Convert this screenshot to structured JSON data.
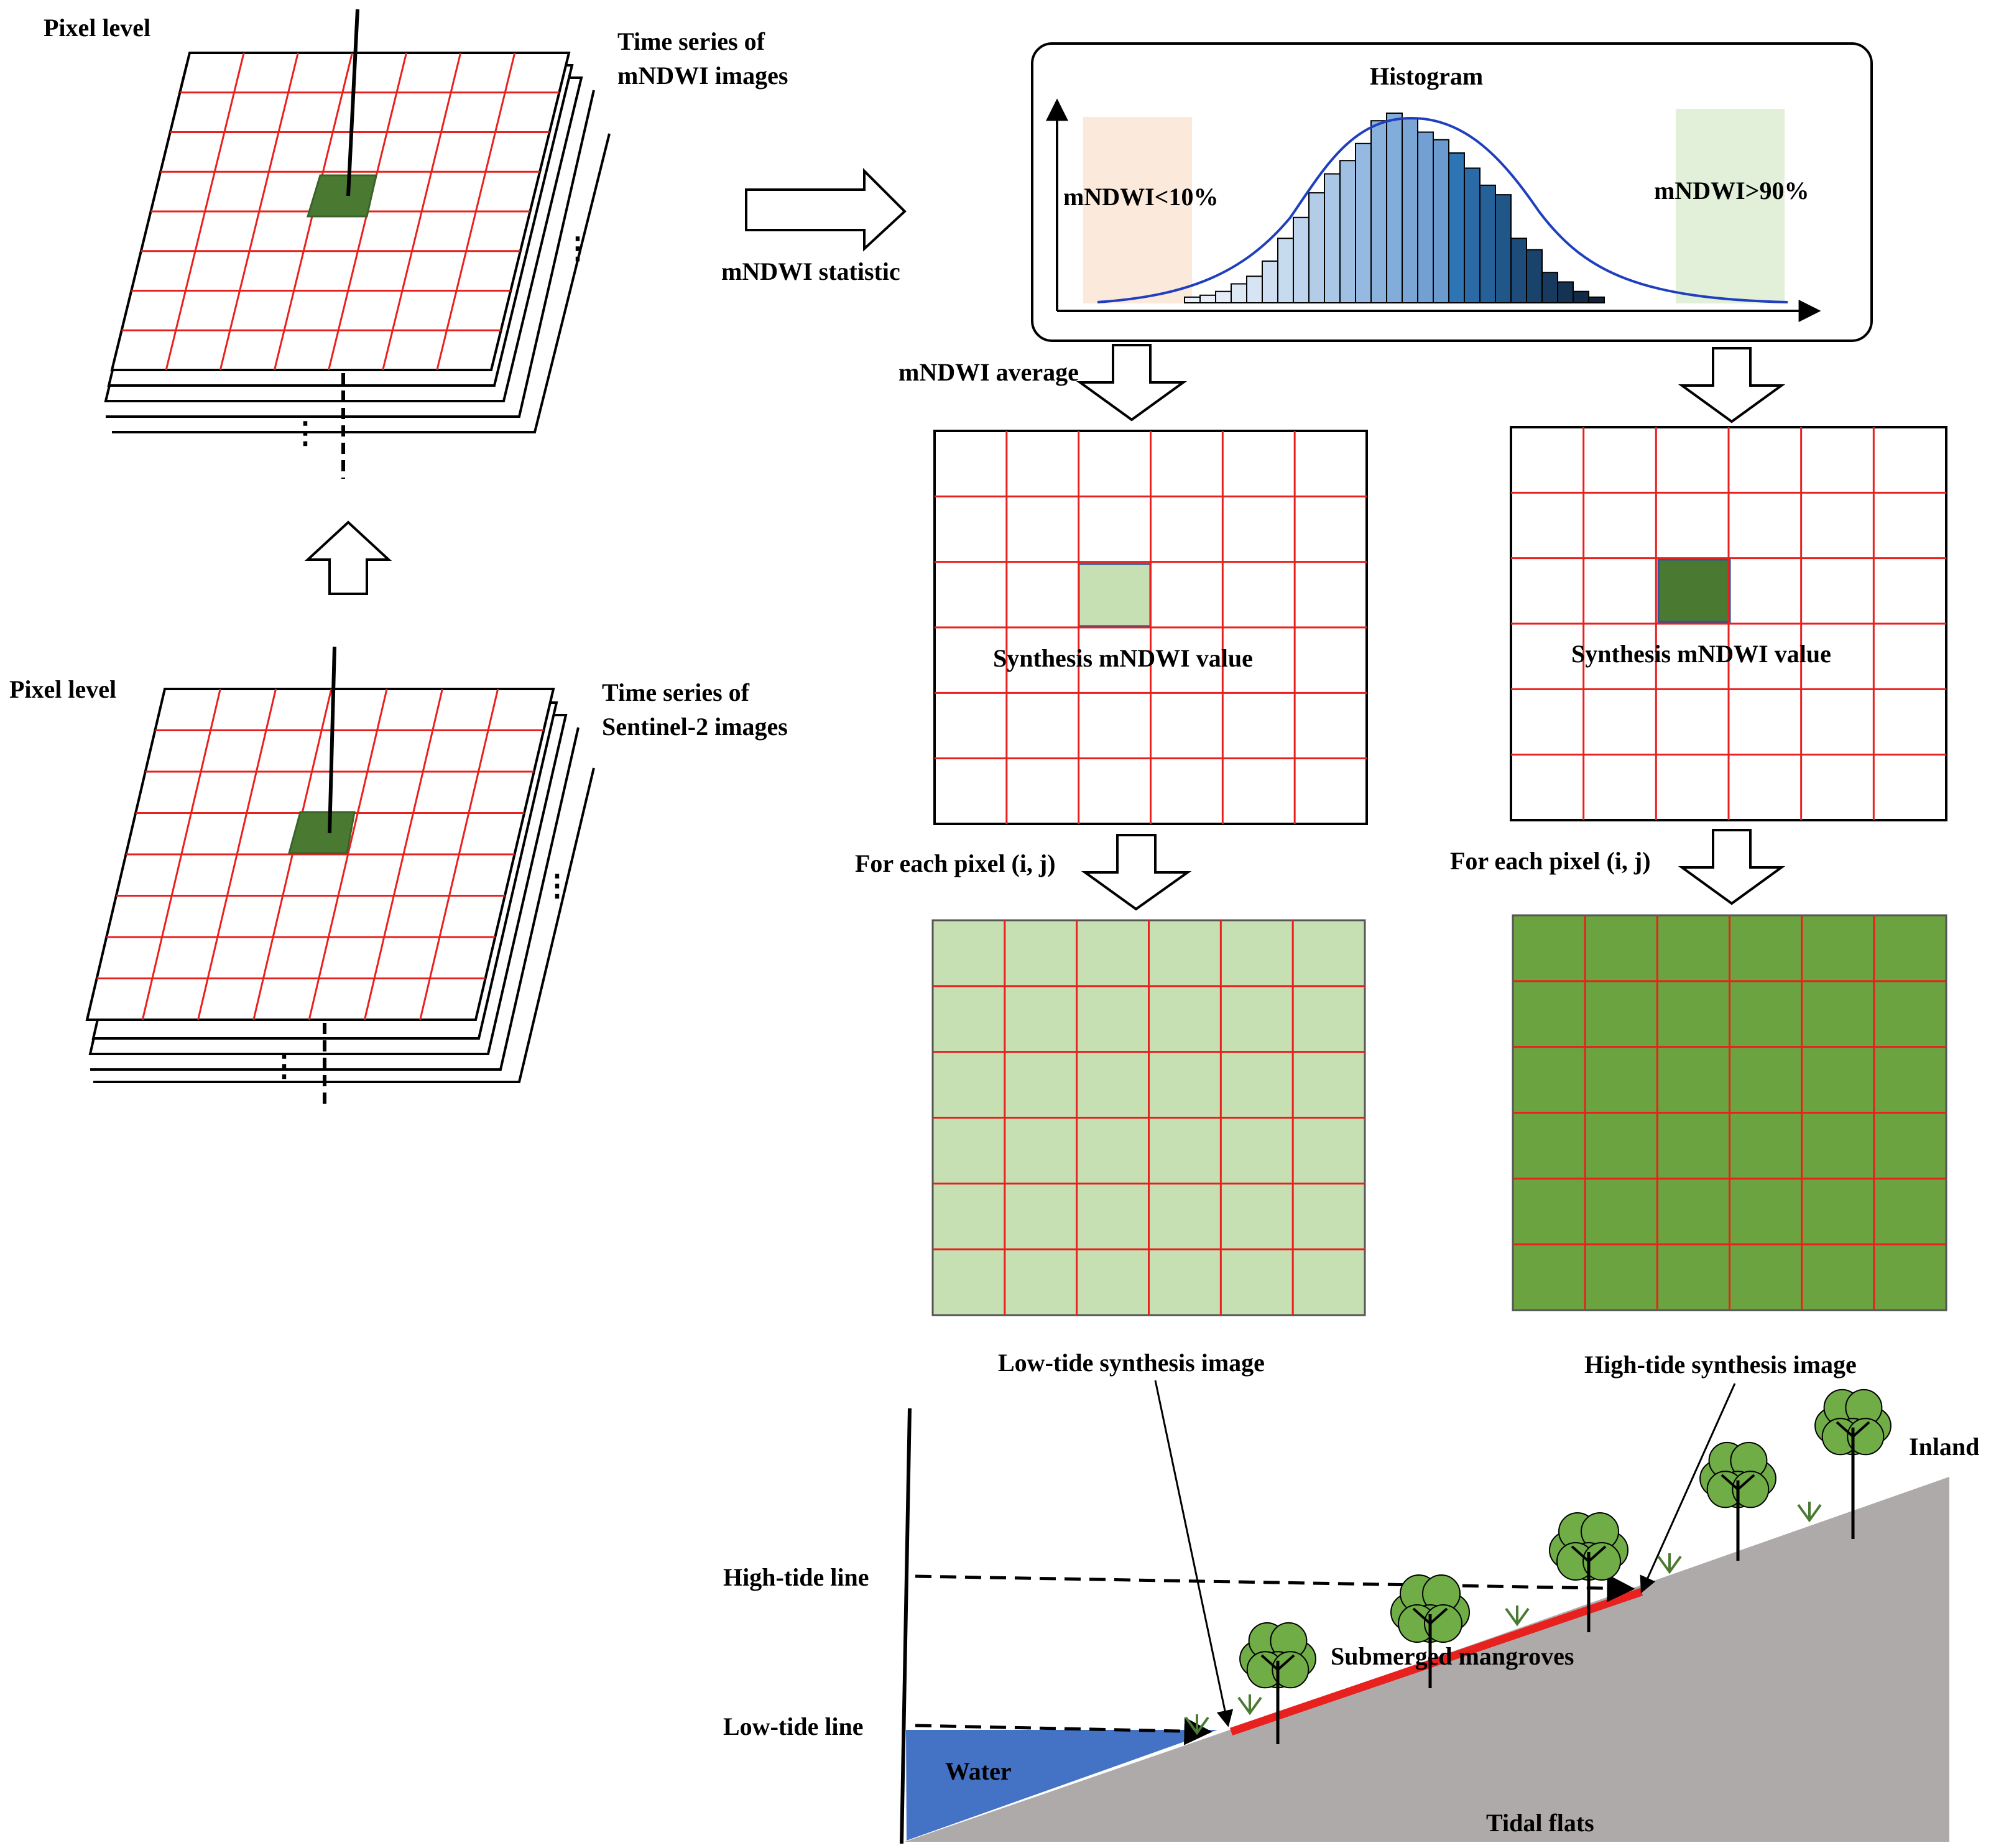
{
  "colors": {
    "grid_line": "#e8201e",
    "dark_green": "#4a7a32",
    "light_green": "#c6e0b4",
    "mid_green": "#6aa33f",
    "water": "#4472c4",
    "ground": "#aeaaaa",
    "low_tide_band": "#fbe9dc",
    "high_tide_band": "#e2efd9",
    "tidal_line": "#e8201e",
    "fit_curve": "#1f3fbf",
    "tree": "#70ad47"
  },
  "left_panel": {
    "top_stack": {
      "pixel_label": "Pixel level",
      "series_label_line1": "Time series of",
      "series_label_line2": "mNDWI images"
    },
    "bottom_stack": {
      "pixel_label": "Pixel level",
      "series_label_line1": "Time series of",
      "series_label_line2": "Sentinel-2 images"
    },
    "stack_ellipsis": "⋮"
  },
  "flow": {
    "statistic_label": "mNDWI statistic",
    "average_label": "mNDWI average",
    "each_pixel_left": "For each pixel (i, j)",
    "each_pixel_right": "For each pixel (i, j)"
  },
  "histogram": {
    "title": "Histogram",
    "low_band_label": "mNDWI<10%",
    "high_band_label": "mNDWI>90%",
    "bars": [
      {
        "h": 0.03,
        "shade": "#e8eff8"
      },
      {
        "h": 0.04,
        "shade": "#e8eff8"
      },
      {
        "h": 0.06,
        "shade": "#e3ecf7"
      },
      {
        "h": 0.1,
        "shade": "#dde8f5"
      },
      {
        "h": 0.14,
        "shade": "#d6e4f3"
      },
      {
        "h": 0.22,
        "shade": "#cfdff1"
      },
      {
        "h": 0.34,
        "shade": "#c7dbef"
      },
      {
        "h": 0.45,
        "shade": "#bdd4ec"
      },
      {
        "h": 0.58,
        "shade": "#b3cde9"
      },
      {
        "h": 0.68,
        "shade": "#a9c7e6"
      },
      {
        "h": 0.75,
        "shade": "#9fc0e3"
      },
      {
        "h": 0.84,
        "shade": "#95b9e0"
      },
      {
        "h": 0.96,
        "shade": "#8bb2dd"
      },
      {
        "h": 1.0,
        "shade": "#82acda"
      },
      {
        "h": 0.97,
        "shade": "#7aa6d6"
      },
      {
        "h": 0.9,
        "shade": "#72a0d3"
      },
      {
        "h": 0.86,
        "shade": "#6b9acf"
      },
      {
        "h": 0.79,
        "shade": "#2e75b6"
      },
      {
        "h": 0.71,
        "shade": "#2a6aa7"
      },
      {
        "h": 0.62,
        "shade": "#256098"
      },
      {
        "h": 0.57,
        "shade": "#215689"
      },
      {
        "h": 0.34,
        "shade": "#1d4c7a"
      },
      {
        "h": 0.28,
        "shade": "#1a436c"
      },
      {
        "h": 0.16,
        "shade": "#173a5e"
      },
      {
        "h": 0.11,
        "shade": "#143252"
      },
      {
        "h": 0.06,
        "shade": "#112a46"
      },
      {
        "h": 0.03,
        "shade": "#0f243c"
      }
    ]
  },
  "grids": {
    "left_synthesis_label": "Synthesis mNDWI value",
    "right_synthesis_label": "Synthesis mNDWI value"
  },
  "results": {
    "low_tide_label": "Low-tide synthesis image",
    "high_tide_label": "High-tide synthesis image"
  },
  "profile": {
    "high_tide_line": "High-tide line",
    "low_tide_line": "Low-tide line",
    "water": "Water",
    "submerged": "Submerged mangroves",
    "tidal_flats": "Tidal flats",
    "inland": "Inland"
  }
}
